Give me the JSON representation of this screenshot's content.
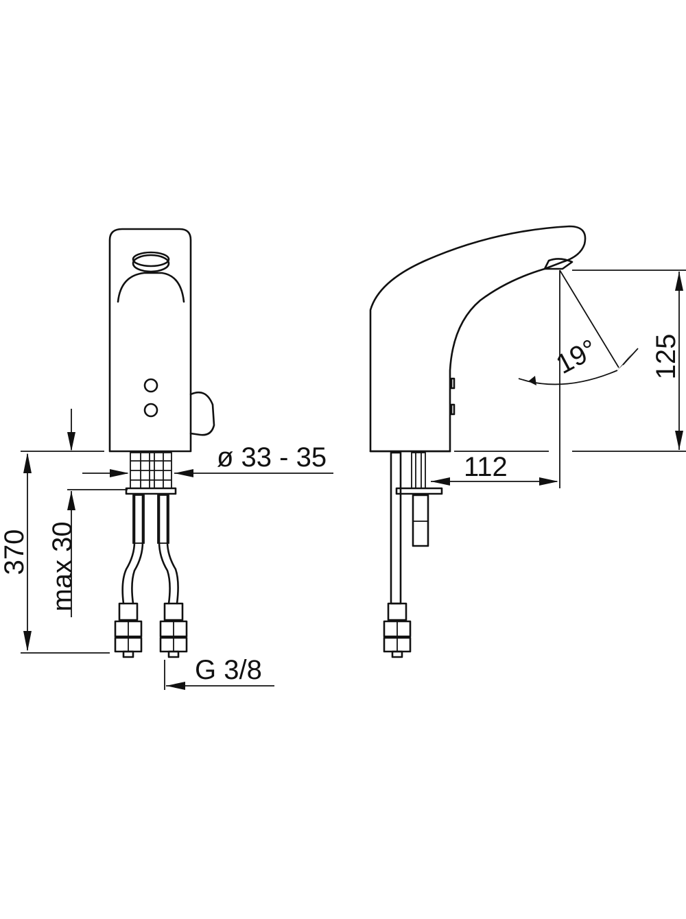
{
  "dimensions": {
    "diameter": "ø 33 - 35",
    "height_total": "370",
    "max_thickness": "max 30",
    "thread": "G 3/8",
    "reach": "112",
    "spout_height": "125",
    "angle": "19°"
  },
  "colors": {
    "line": "#111111",
    "background": "#ffffff"
  }
}
